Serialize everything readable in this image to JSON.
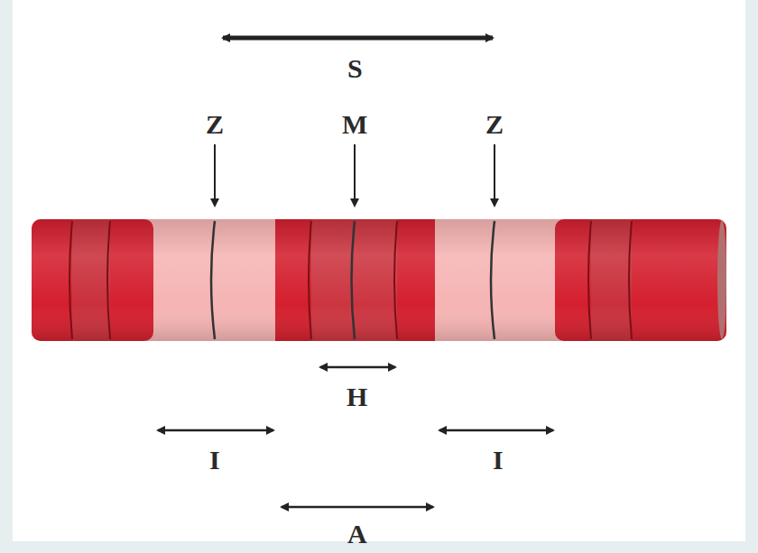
{
  "diagram": {
    "labels": [
      "S",
      "Z",
      "M",
      "Z",
      "H",
      "I",
      "I",
      "A"
    ]
  }
}
